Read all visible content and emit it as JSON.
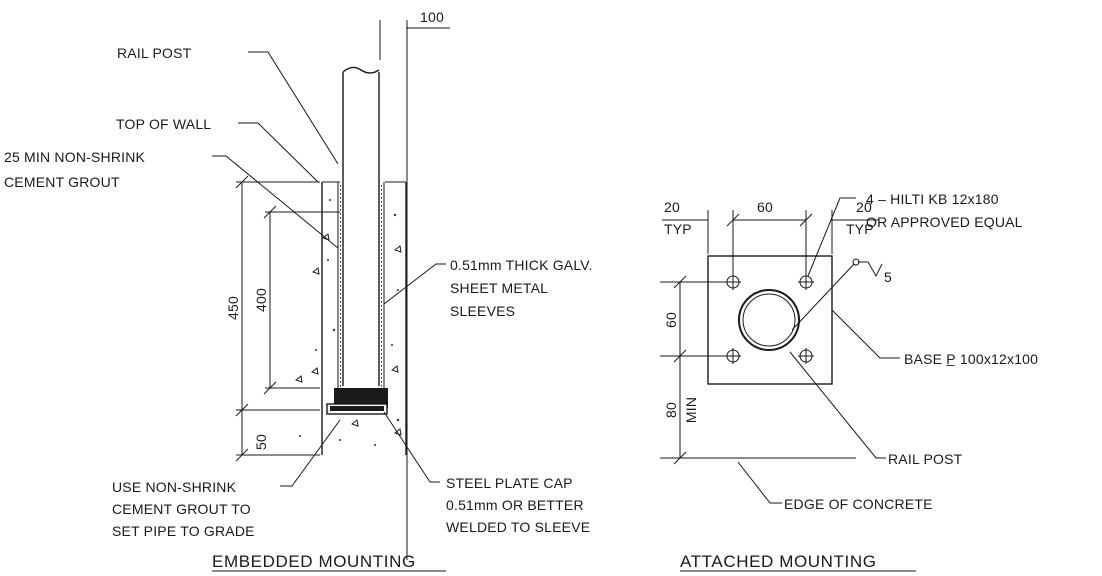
{
  "embedded": {
    "title": "EMBEDDED MOUNTING",
    "dims": {
      "top": "100",
      "overall": "450",
      "inner": "400",
      "bottom": "50"
    },
    "labels": {
      "rail_post": "RAIL POST",
      "top_of_wall": "TOP OF WALL",
      "grout_1": "25 MIN NON-SHRINK",
      "grout_2": "CEMENT GROUT",
      "sleeve_1": "0.51mm THICK GALV.",
      "sleeve_2": "SHEET METAL",
      "sleeve_3": "SLEEVES",
      "use_1": "USE NON-SHRINK",
      "use_2": "CEMENT GROUT TO",
      "use_3": "SET PIPE TO GRADE",
      "cap_1": "STEEL PLATE CAP",
      "cap_2": "0.51mm OR BETTER",
      "cap_3": "WELDED TO SLEEVE"
    }
  },
  "attached": {
    "title": "ATTACHED MOUNTING",
    "dims": {
      "left": "20",
      "left_typ": "TYP",
      "mid": "60",
      "right": "20",
      "right_typ": "TYP",
      "vert": "60",
      "bottom": "80",
      "bottom_min": "MIN"
    },
    "labels": {
      "anchor_1": "4 – HILTI KB 12x180",
      "anchor_2": "OR APPROVED EQUAL",
      "weld": "5",
      "base": "BASE P̲ 100x12x100",
      "rail_post": "RAIL POST",
      "edge": "EDGE OF CONCRETE"
    }
  }
}
